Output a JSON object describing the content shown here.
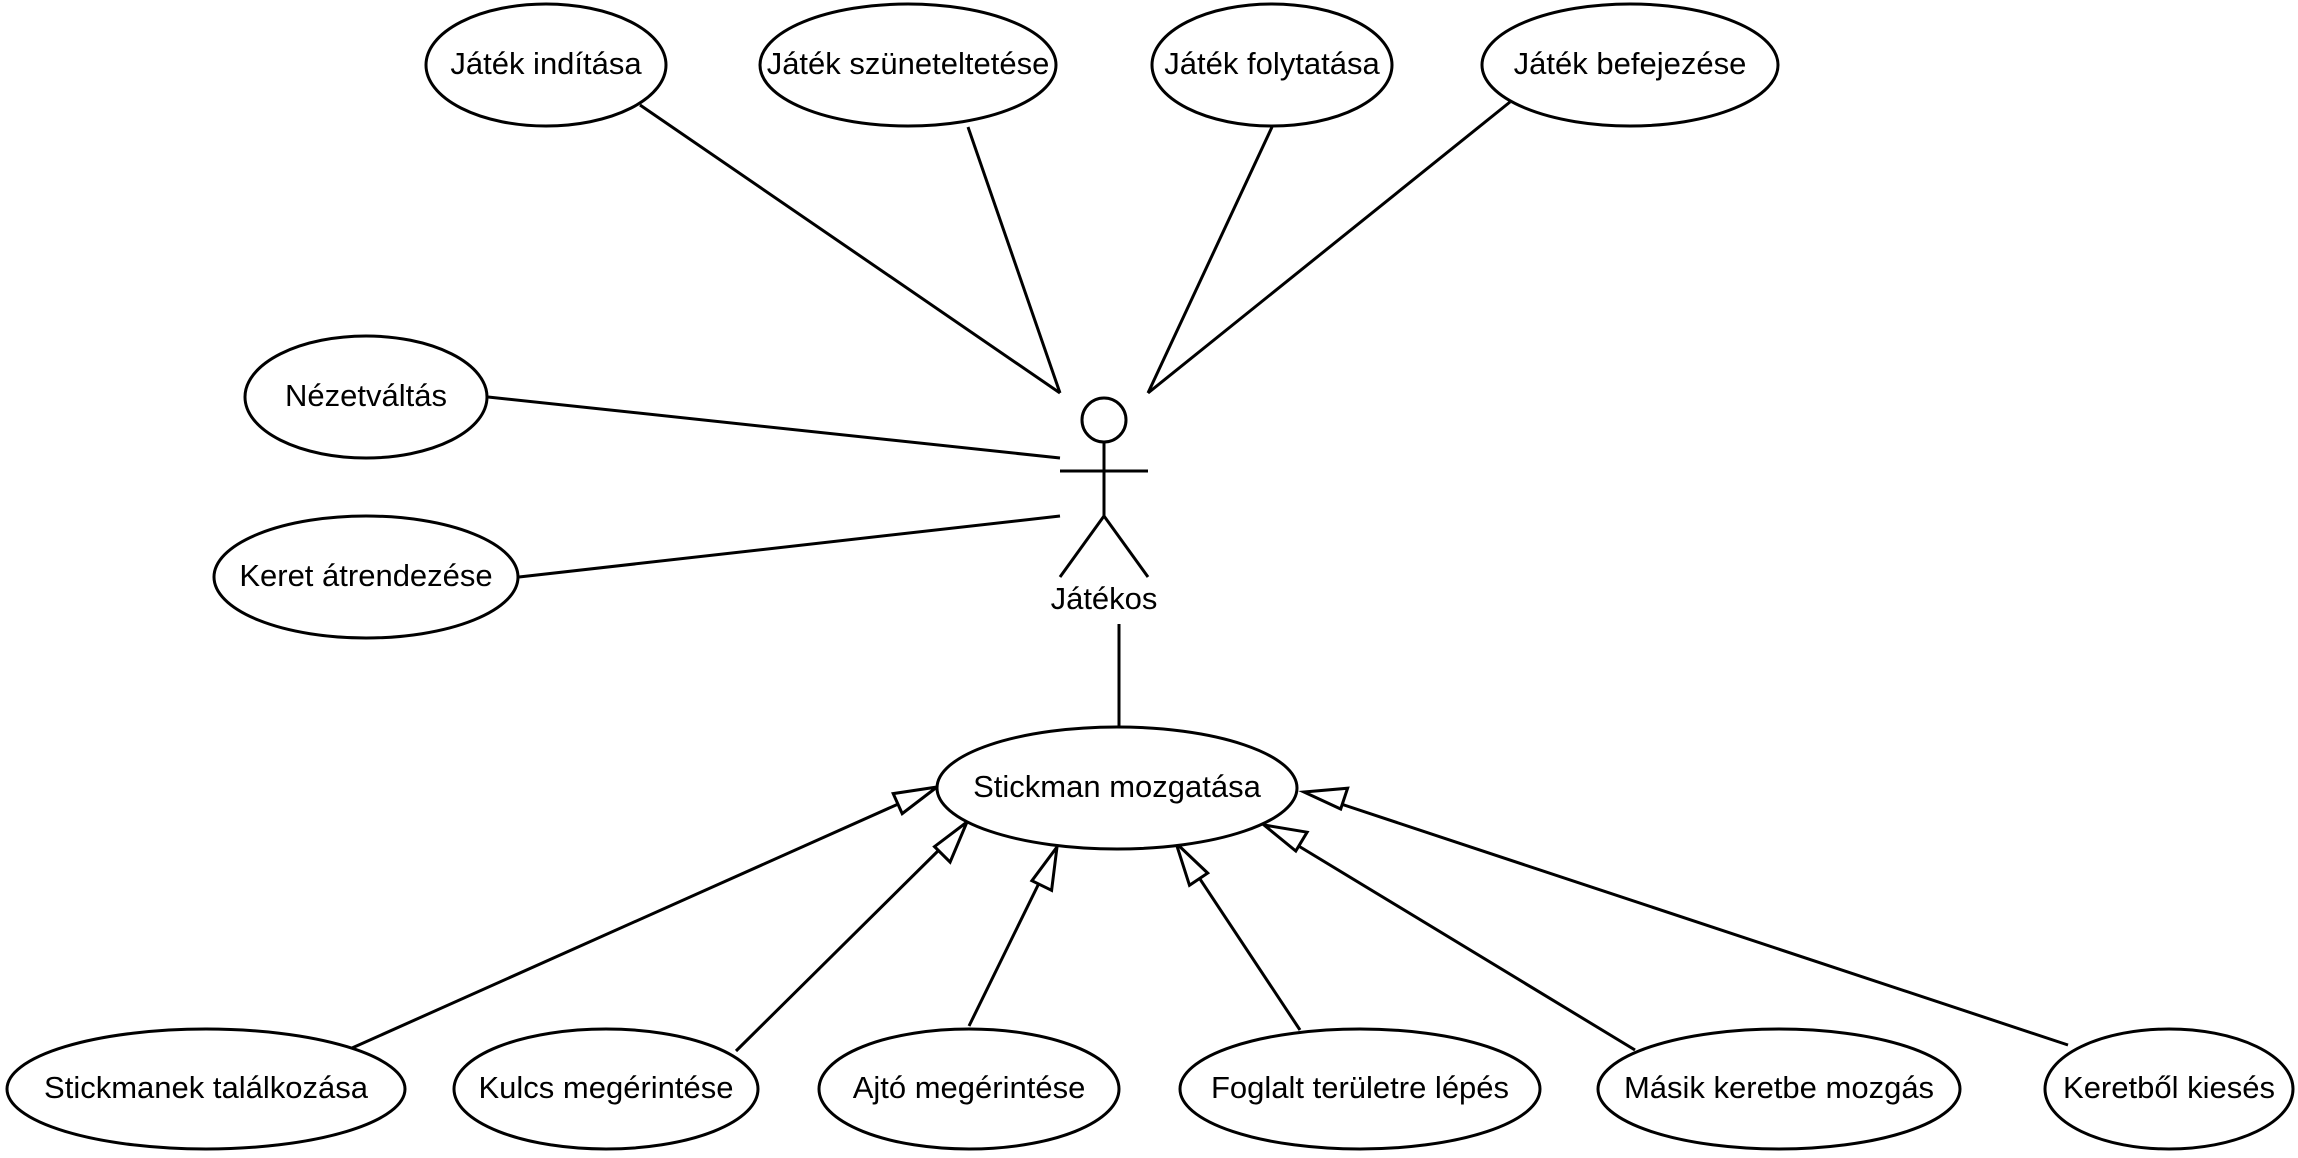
{
  "actor": {
    "label": "Játékos"
  },
  "use_cases": {
    "start": "Játék indítása",
    "pause": "Játék szüneteltetése",
    "resume": "Játék folytatása",
    "finish": "Játék befejezése",
    "view_switch": "Nézetváltás",
    "frame_rearrange": "Keret átrendezése",
    "move_stickman": "Stickman mozgatása",
    "stickman_meet": "Stickmanek találkozása",
    "key_touch": "Kulcs megérintése",
    "door_touch": "Ajtó megérintése",
    "occupied_step": "Foglalt területre lépés",
    "other_frame": "Másik keretbe mozgás",
    "frame_fall": "Keretből kiesés"
  }
}
